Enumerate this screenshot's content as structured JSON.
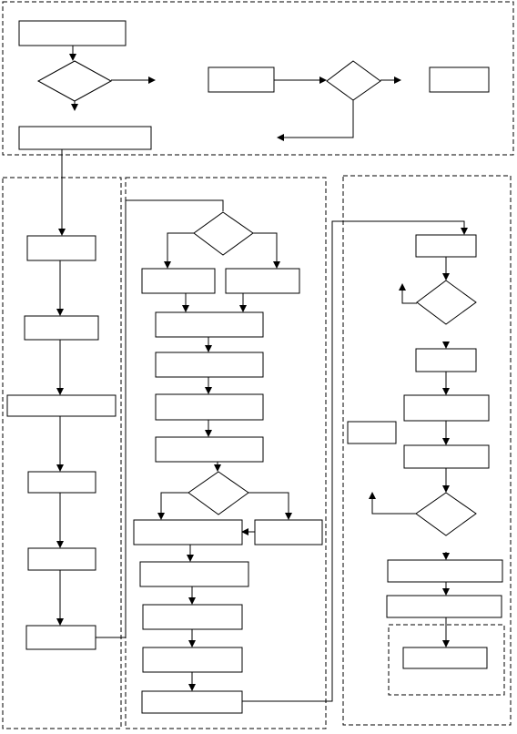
{
  "diagram": {
    "type": "flowchart",
    "colors": {
      "stroke": "#000000",
      "background": "#ffffff"
    },
    "regions": [
      {
        "id": "region-top",
        "label": ""
      },
      {
        "id": "region-left",
        "label": ""
      },
      {
        "id": "region-middle",
        "label": ""
      },
      {
        "id": "region-right",
        "label": ""
      },
      {
        "id": "region-right-inner",
        "label": ""
      }
    ],
    "nodes": [
      {
        "id": "t1",
        "shape": "process",
        "label": ""
      },
      {
        "id": "t2",
        "shape": "decision",
        "label": ""
      },
      {
        "id": "t3",
        "shape": "process",
        "label": ""
      },
      {
        "id": "t4",
        "shape": "decision",
        "label": ""
      },
      {
        "id": "t5",
        "shape": "process",
        "label": ""
      },
      {
        "id": "t6",
        "shape": "process",
        "label": ""
      },
      {
        "id": "l1",
        "shape": "process",
        "label": ""
      },
      {
        "id": "l2",
        "shape": "process",
        "label": ""
      },
      {
        "id": "l3",
        "shape": "process",
        "label": ""
      },
      {
        "id": "l4",
        "shape": "process",
        "label": ""
      },
      {
        "id": "l5",
        "shape": "process",
        "label": ""
      },
      {
        "id": "l6",
        "shape": "process",
        "label": ""
      },
      {
        "id": "m1",
        "shape": "decision",
        "label": ""
      },
      {
        "id": "m2",
        "shape": "process",
        "label": ""
      },
      {
        "id": "m3",
        "shape": "process",
        "label": ""
      },
      {
        "id": "m4",
        "shape": "process",
        "label": ""
      },
      {
        "id": "m5",
        "shape": "process",
        "label": ""
      },
      {
        "id": "m6",
        "shape": "process",
        "label": ""
      },
      {
        "id": "m7",
        "shape": "process",
        "label": ""
      },
      {
        "id": "m8",
        "shape": "decision",
        "label": ""
      },
      {
        "id": "m9",
        "shape": "process",
        "label": ""
      },
      {
        "id": "m10",
        "shape": "process",
        "label": ""
      },
      {
        "id": "m11",
        "shape": "process",
        "label": ""
      },
      {
        "id": "m12",
        "shape": "process",
        "label": ""
      },
      {
        "id": "m13",
        "shape": "process",
        "label": ""
      },
      {
        "id": "m14",
        "shape": "process",
        "label": ""
      },
      {
        "id": "r1",
        "shape": "process",
        "label": ""
      },
      {
        "id": "r2",
        "shape": "decision",
        "label": ""
      },
      {
        "id": "r3",
        "shape": "process",
        "label": ""
      },
      {
        "id": "r4",
        "shape": "process",
        "label": ""
      },
      {
        "id": "r5",
        "shape": "process",
        "label": ""
      },
      {
        "id": "r6",
        "shape": "process",
        "label": ""
      },
      {
        "id": "r7",
        "shape": "decision",
        "label": ""
      },
      {
        "id": "r8",
        "shape": "process",
        "label": ""
      },
      {
        "id": "r9",
        "shape": "process",
        "label": ""
      },
      {
        "id": "r10",
        "shape": "process",
        "label": ""
      }
    ],
    "edges": [
      {
        "id": "e01",
        "from": "t1",
        "to": "t2",
        "arrow": true
      },
      {
        "id": "e02",
        "from": "t2",
        "to": "t3",
        "arrow": true
      },
      {
        "id": "e03",
        "from": "t3",
        "to": "t4",
        "arrow": true
      },
      {
        "id": "e04",
        "from": "t4",
        "to": "t5",
        "arrow": true
      },
      {
        "id": "e05",
        "from": "t4",
        "to": "t6",
        "arrow": true
      },
      {
        "id": "e06",
        "from": "t2",
        "to": "t6",
        "arrow": true
      },
      {
        "id": "e07",
        "from": "t6",
        "to": "l1",
        "arrow": true
      },
      {
        "id": "e08",
        "from": "l1",
        "to": "l2",
        "arrow": true
      },
      {
        "id": "e09",
        "from": "l2",
        "to": "l3",
        "arrow": true
      },
      {
        "id": "e10",
        "from": "l3",
        "to": "l4",
        "arrow": true
      },
      {
        "id": "e11",
        "from": "l4",
        "to": "l5",
        "arrow": true
      },
      {
        "id": "e12",
        "from": "l5",
        "to": "l6",
        "arrow": true
      },
      {
        "id": "e13",
        "from": "l6",
        "to": "m1",
        "arrow": false
      },
      {
        "id": "e14",
        "from": "m1",
        "to": "m2",
        "arrow": true
      },
      {
        "id": "e15",
        "from": "m1",
        "to": "m3",
        "arrow": true
      },
      {
        "id": "e16",
        "from": "m2",
        "to": "m4",
        "arrow": true
      },
      {
        "id": "e17",
        "from": "m3",
        "to": "m4",
        "arrow": true
      },
      {
        "id": "e18",
        "from": "m4",
        "to": "m5",
        "arrow": true
      },
      {
        "id": "e19",
        "from": "m5",
        "to": "m6",
        "arrow": true
      },
      {
        "id": "e20",
        "from": "m6",
        "to": "m7",
        "arrow": true
      },
      {
        "id": "e21",
        "from": "m7",
        "to": "m8",
        "arrow": true
      },
      {
        "id": "e22",
        "from": "m8",
        "to": "m9",
        "arrow": true
      },
      {
        "id": "e23",
        "from": "m8",
        "to": "m10",
        "arrow": true
      },
      {
        "id": "e24",
        "from": "m10",
        "to": "m9",
        "arrow": true
      },
      {
        "id": "e25",
        "from": "m9",
        "to": "m11",
        "arrow": true
      },
      {
        "id": "e26",
        "from": "m11",
        "to": "m12",
        "arrow": true
      },
      {
        "id": "e27",
        "from": "m12",
        "to": "m13",
        "arrow": true
      },
      {
        "id": "e28",
        "from": "m13",
        "to": "m14",
        "arrow": true
      },
      {
        "id": "e29",
        "from": "m14",
        "to": "r1",
        "arrow": true
      },
      {
        "id": "e30",
        "from": "r1",
        "to": "r2",
        "arrow": true
      },
      {
        "id": "e31",
        "from": "r2",
        "to": "r1",
        "arrow": true
      },
      {
        "id": "e32",
        "from": "r2",
        "to": "r3",
        "arrow": true
      },
      {
        "id": "e33",
        "from": "r3",
        "to": "r4",
        "arrow": true
      },
      {
        "id": "e34",
        "from": "r4",
        "to": "r5",
        "arrow": true
      },
      {
        "id": "e35",
        "from": "r5",
        "to": "r7",
        "arrow": true
      },
      {
        "id": "e36",
        "from": "r7",
        "to": "r3",
        "arrow": true
      },
      {
        "id": "e37",
        "from": "r7",
        "to": "r8",
        "arrow": true
      },
      {
        "id": "e38",
        "from": "r8",
        "to": "r9",
        "arrow": true
      },
      {
        "id": "e39",
        "from": "r9",
        "to": "r10",
        "arrow": true
      }
    ]
  }
}
